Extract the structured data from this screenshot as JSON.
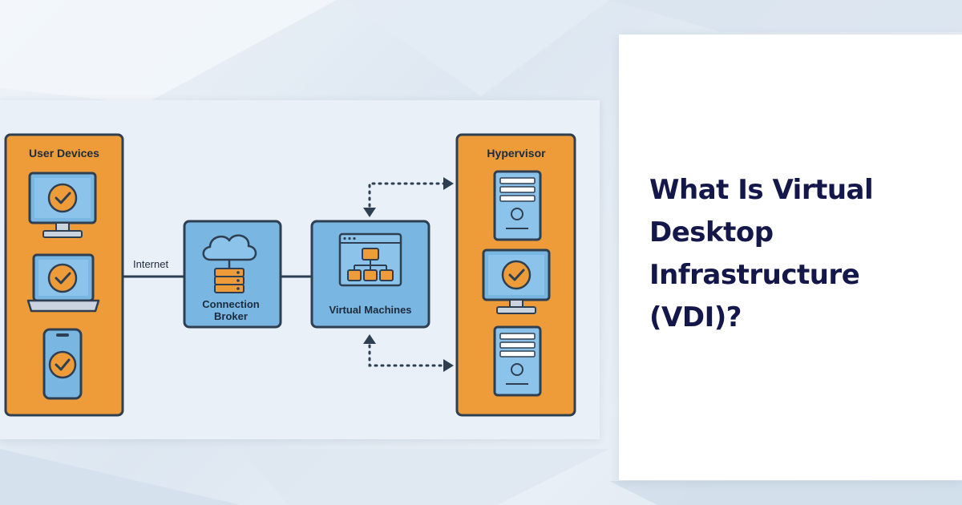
{
  "title": "What Is Virtual Desktop Infrastructure (VDI)?",
  "diagram": {
    "user_devices_label": "User Devices",
    "internet_label": "Internet",
    "connection_broker_line1": "Connection",
    "connection_broker_line2": "Broker",
    "virtual_machines_label": "Virtual Machines",
    "hypervisor_label": "Hypervisor"
  },
  "colors": {
    "orange": "#ee9c3a",
    "blue": "#79b6e2",
    "outline": "#2e3f52",
    "title": "#14174a"
  }
}
